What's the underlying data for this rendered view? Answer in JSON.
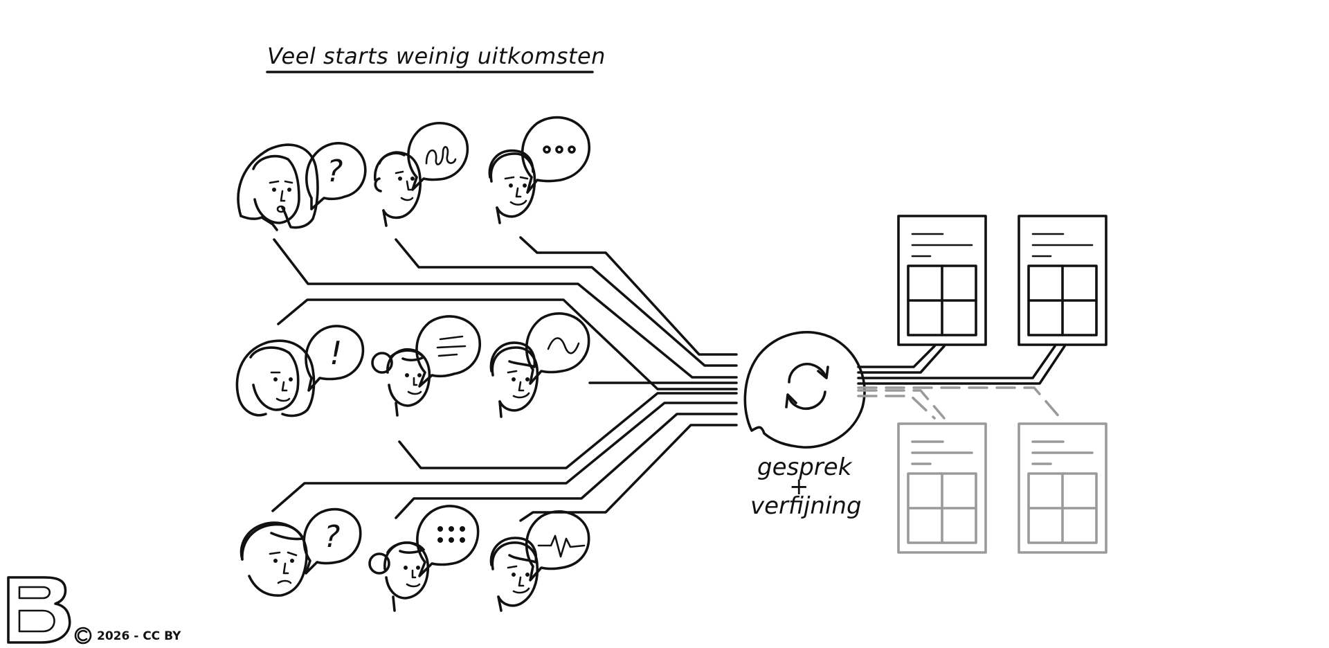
{
  "title": "Veel starts weinig uitkomsten",
  "hub_label": {
    "line1": "gesprek",
    "line2": "+",
    "line3": "verfijning"
  },
  "footer": {
    "logo_letter": "B",
    "copyright_symbol": "©",
    "copyright_text": "2026 - CC BY"
  },
  "people": [
    {
      "id": "p1",
      "bubble": "?",
      "bubble_type": "question"
    },
    {
      "id": "p2",
      "bubble": "",
      "bubble_type": "scribble"
    },
    {
      "id": "p3",
      "bubble": "",
      "bubble_type": "ellipsis"
    },
    {
      "id": "p4",
      "bubble": "!",
      "bubble_type": "exclamation"
    },
    {
      "id": "p5",
      "bubble": "",
      "bubble_type": "lines"
    },
    {
      "id": "p6",
      "bubble": "",
      "bubble_type": "wave"
    },
    {
      "id": "p7",
      "bubble": "?",
      "bubble_type": "question"
    },
    {
      "id": "p8",
      "bubble": "",
      "bubble_type": "dots-grid"
    },
    {
      "id": "p9",
      "bubble": "",
      "bubble_type": "pulse"
    }
  ],
  "hub_icon": "refresh-icon",
  "outputs": [
    {
      "id": "doc-1",
      "state": "active"
    },
    {
      "id": "doc-2",
      "state": "active"
    },
    {
      "id": "doc-3",
      "state": "inactive"
    },
    {
      "id": "doc-4",
      "state": "inactive"
    }
  ],
  "colors": {
    "ink": "#111111",
    "inactive": "#9a9a9a",
    "background": "#ffffff"
  }
}
